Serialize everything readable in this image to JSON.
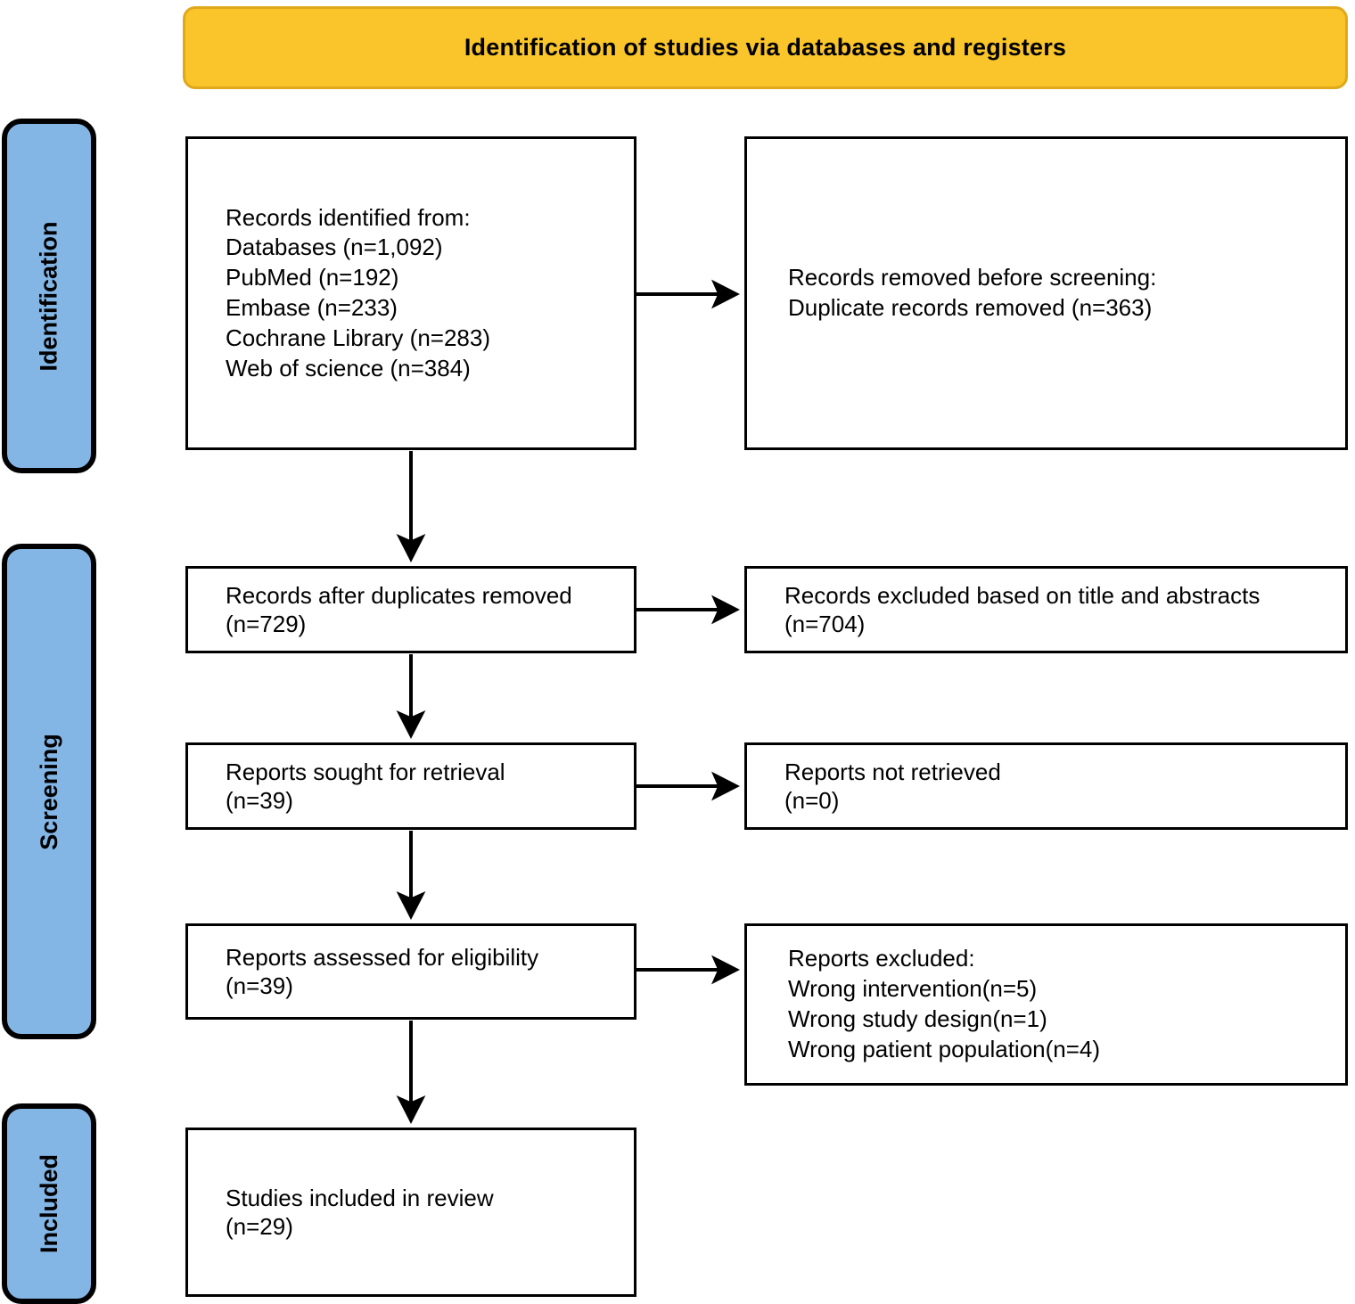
{
  "banner": {
    "title": "Identification of studies via databases and registers",
    "fill": "#F9C52A",
    "border": "#E0A81B"
  },
  "stages": {
    "fill": "#83B5E5",
    "identification": "Identification",
    "screening": "Screening",
    "included": "Included"
  },
  "nodes": {
    "identified": "Records identified from:\n  Databases (n=1,092)\n  PubMed (n=192)\n  Embase (n=233)\n  Cochrane Library (n=283)\n  Web of science (n=384)",
    "removed": "Records removed before screening:\n  Duplicate records removed (n=363)",
    "after_duplicates": "Records after duplicates removed\n(n=729)",
    "excluded_title_abstract": "Records excluded based on title and abstracts\n(n=704)",
    "sought_retrieval": "Reports sought for retrieval\n(n=39)",
    "not_retrieved": "Reports not retrieved\n(n=0)",
    "assessed_eligibility": "Reports assessed for eligibility\n(n=39)",
    "reports_excluded": "Reports excluded:\n  Wrong intervention(n=5)\n  Wrong study design(n=1)\n  Wrong patient population(n=4)",
    "studies_included": "Studies included in review\n(n=29)"
  },
  "chart_data": {
    "type": "diagram",
    "title": "Identification of studies via databases and registers",
    "stages": [
      {
        "name": "Identification",
        "items": [
          {
            "label": "Records identified from: Databases",
            "n": 1092
          },
          {
            "label": "PubMed",
            "n": 192
          },
          {
            "label": "Embase",
            "n": 233
          },
          {
            "label": "Cochrane Library",
            "n": 283
          },
          {
            "label": "Web of science",
            "n": 384
          },
          {
            "label": "Records removed before screening: Duplicate records removed",
            "n": 363
          }
        ]
      },
      {
        "name": "Screening",
        "items": [
          {
            "label": "Records after duplicates removed",
            "n": 729
          },
          {
            "label": "Records excluded based on title and abstracts",
            "n": 704
          },
          {
            "label": "Reports sought for retrieval",
            "n": 39
          },
          {
            "label": "Reports not retrieved",
            "n": 0
          },
          {
            "label": "Reports assessed for eligibility",
            "n": 39
          },
          {
            "label": "Reports excluded: Wrong intervention",
            "n": 5
          },
          {
            "label": "Reports excluded: Wrong study design",
            "n": 1
          },
          {
            "label": "Reports excluded: Wrong patient population",
            "n": 4
          }
        ]
      },
      {
        "name": "Included",
        "items": [
          {
            "label": "Studies included in review",
            "n": 29
          }
        ]
      }
    ]
  }
}
